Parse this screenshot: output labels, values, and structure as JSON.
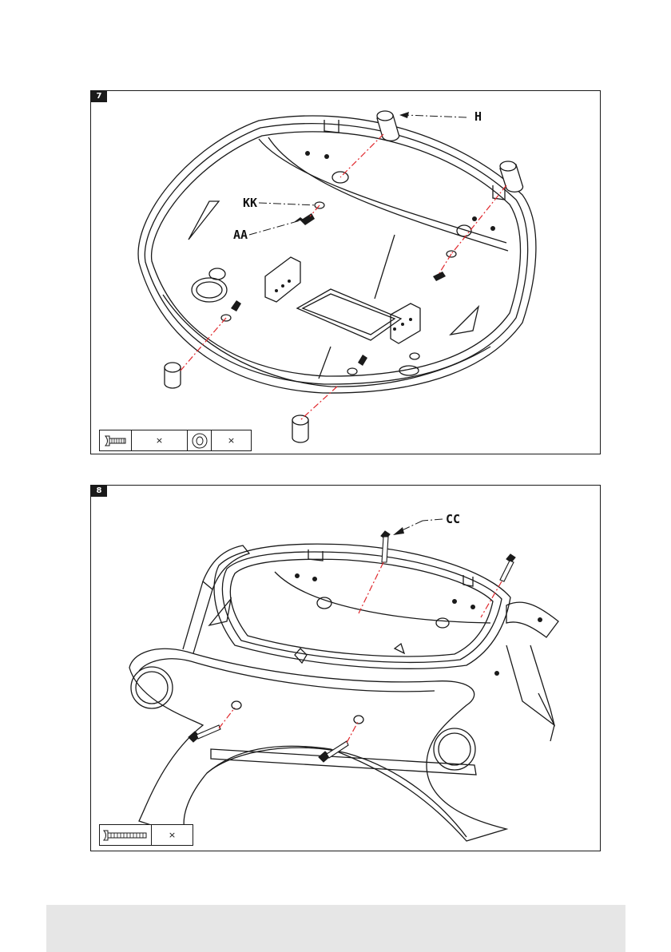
{
  "steps": [
    {
      "number": "7",
      "callouts": {
        "h": "H",
        "kk": "KK",
        "aa": "AA"
      },
      "legend": {
        "screw_qty": "×",
        "washer_qty": "×"
      }
    },
    {
      "number": "8",
      "callouts": {
        "cc": "CC"
      },
      "legend": {
        "bolt_qty": "×"
      }
    }
  ],
  "colors": {
    "line": "#1a1a1a",
    "dash": "#e0262b",
    "footer": "#e6e6e6"
  }
}
